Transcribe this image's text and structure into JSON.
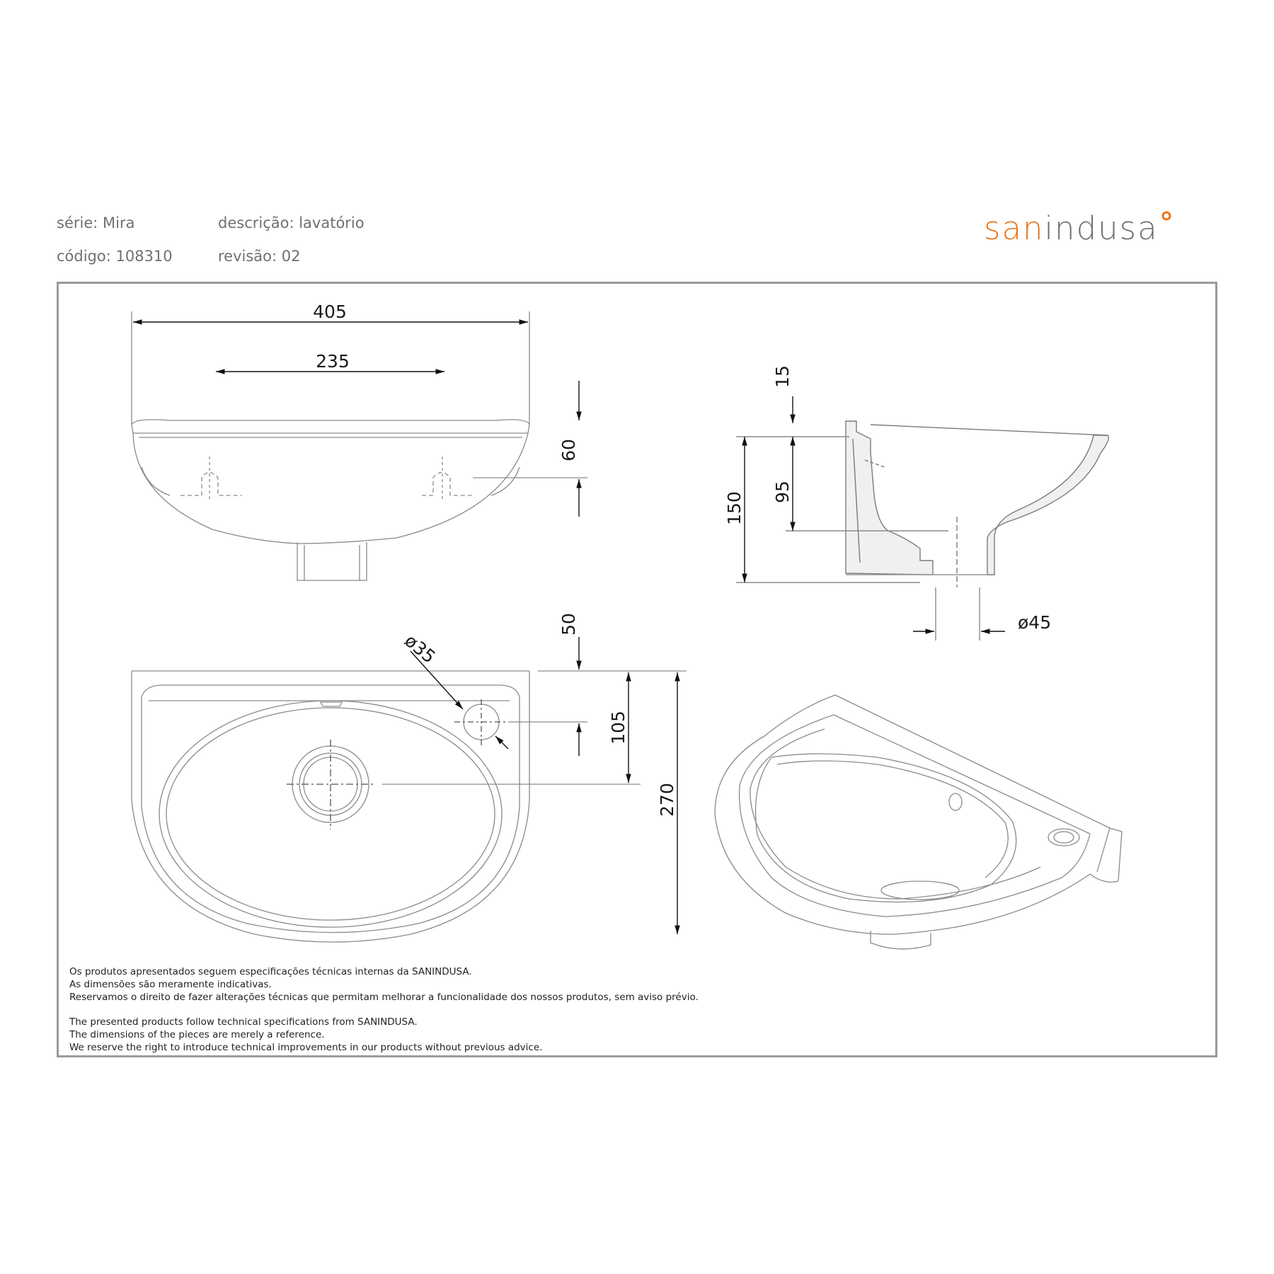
{
  "header": {
    "serie": "série: Mira",
    "codigo": "código: 108310",
    "descricao": "descrição: lavatório",
    "revisao": "revisão: 02"
  },
  "logo": {
    "part1": "san",
    "part2": "indusa",
    "brand_color": "#e8761e",
    "text_color": "#707070",
    "icon": "orange-ring-icon"
  },
  "dimensions": {
    "width_total": "405",
    "tap_spacing": "235",
    "fixing_height": "60",
    "rim_15": "15",
    "depth_95": "95",
    "height_150": "150",
    "waste_diameter": "ø45",
    "tap_hole_diameter": "ø35",
    "tap_offset_50": "50",
    "waste_offset_105": "105",
    "projection_270": "270"
  },
  "notes": {
    "pt": [
      "Os produtos apresentados seguem especificações técnicas internas da SANINDUSA.",
      "As dimensões são meramente indicativas.",
      "Reservamos o direito de fazer alterações técnicas que permitam melhorar a funcionalidade dos nossos produtos, sem aviso prévio."
    ],
    "en": [
      "The presented products follow technical specifications from SANINDUSA.",
      "The dimensions of the pieces are merely a reference.",
      "We reserve the right to introduce technical improvements in our products without previous advice."
    ]
  }
}
